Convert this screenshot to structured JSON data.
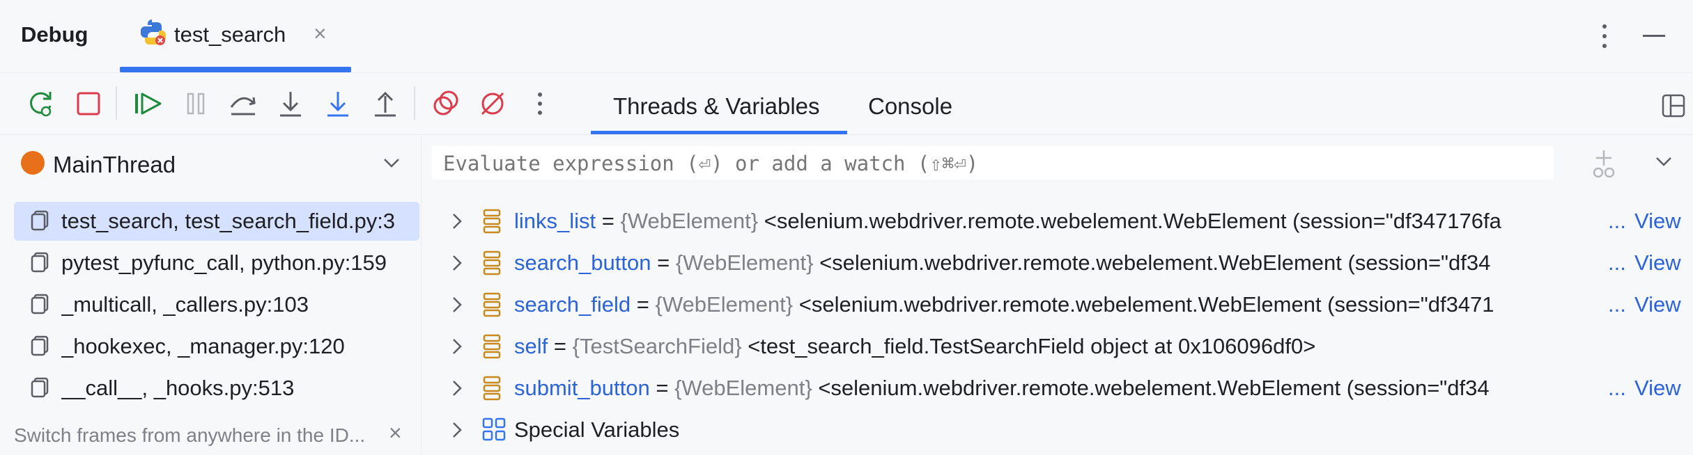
{
  "header": {
    "title": "Debug",
    "tab_label": "test_search",
    "tab_close": "×"
  },
  "colors": {
    "accent": "#3574f0",
    "thread_status": "#e8701a",
    "variable_name": "#2b63d8",
    "selection": "#d5e1ff"
  },
  "toolbar": {
    "icons": [
      "rerun-icon",
      "stop-icon",
      "resume-icon",
      "pause-icon",
      "step-over-icon",
      "step-into-icon",
      "step-into-my-code-icon",
      "step-out-icon",
      "view-breakpoints-icon",
      "mute-breakpoints-icon",
      "more-icon"
    ],
    "tabs": [
      "Threads & Variables",
      "Console"
    ]
  },
  "threads": {
    "selected": "MainThread",
    "frames": [
      "test_search, test_search_field.py:3",
      "pytest_pyfunc_call, python.py:159",
      "_multicall, _callers.py:103",
      "_hookexec, _manager.py:120",
      "__call__, _hooks.py:513"
    ],
    "hint": "Switch frames from anywhere in the ID..."
  },
  "watch": {
    "placeholder": "Evaluate expression (⏎) or add a watch (⇧⌘⏎)"
  },
  "variables": [
    {
      "name": "links_list",
      "eq": " = ",
      "type": "{WebElement}",
      "value": " <selenium.webdriver.remote.webelement.WebElement (session=\"df347176fa",
      "ellipsis": "...",
      "view": "View"
    },
    {
      "name": "search_button",
      "eq": " = ",
      "type": "{WebElement}",
      "value": " <selenium.webdriver.remote.webelement.WebElement (session=\"df34",
      "ellipsis": "...",
      "view": "View"
    },
    {
      "name": "search_field",
      "eq": " = ",
      "type": "{WebElement}",
      "value": " <selenium.webdriver.remote.webelement.WebElement (session=\"df3471",
      "ellipsis": "...",
      "view": "View"
    },
    {
      "name": "self",
      "eq": " = ",
      "type": "{TestSearchField}",
      "value": " <test_search_field.TestSearchField object at 0x106096df0>",
      "ellipsis": "",
      "view": ""
    },
    {
      "name": "submit_button",
      "eq": " = ",
      "type": "{WebElement}",
      "value": " <selenium.webdriver.remote.webelement.WebElement (session=\"df34",
      "ellipsis": "...",
      "view": "View"
    }
  ],
  "special_variables": "Special Variables"
}
